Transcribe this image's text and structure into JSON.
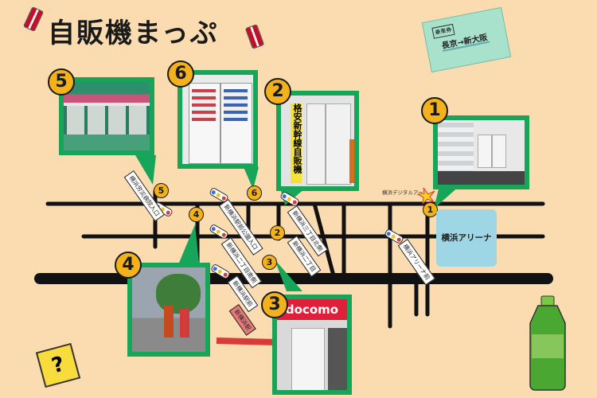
{
  "title": "自販機まっぷ",
  "ticket": {
    "small": "乗車券",
    "route": "長京→新大阪"
  },
  "arena_label": "横浜アリーナ",
  "digital_label": "横浜デジタルアー",
  "markers": [
    "1",
    "2",
    "3",
    "4",
    "5",
    "6"
  ],
  "photo_texts": {
    "p2_banner": "格安新幹線自販機",
    "p3_brand": "docomo"
  },
  "signs": [
    {
      "id": "s1",
      "text": "横浜労災病院入口"
    },
    {
      "id": "s2",
      "text": "新横浜駅前公園入口"
    },
    {
      "id": "s3",
      "text": "新横浜三丁目北側"
    },
    {
      "id": "s4",
      "text": "新横浜二丁目"
    },
    {
      "id": "s5",
      "text": "新横浜二丁目南側"
    },
    {
      "id": "s6",
      "text": "新横浜駅前"
    },
    {
      "id": "s7",
      "text": "横浜アリーナ前"
    },
    {
      "id": "s8",
      "text": "新横浜駅"
    }
  ],
  "icons": [
    "soda-can-icon",
    "train-ticket-icon",
    "star-icon",
    "question-block-icon",
    "tea-bottle-icon",
    "traffic-light-icon"
  ],
  "colors": {
    "background": "#fadcb0",
    "frame": "#17a55a",
    "marker": "#f3b21b",
    "arena": "#9fd6e6",
    "station": "#d93a3a"
  }
}
